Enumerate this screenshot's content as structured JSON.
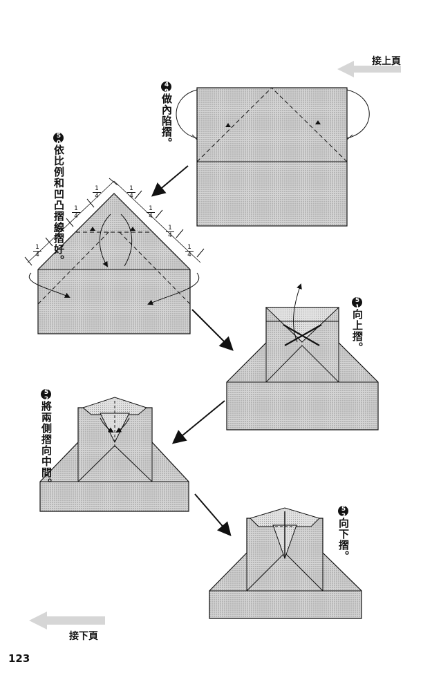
{
  "page": {
    "number": "123"
  },
  "nav": {
    "prev_label": "接上頁",
    "next_label": "接下頁"
  },
  "steps": [
    {
      "number": "49",
      "instruction": "做內陷摺。"
    },
    {
      "number": "50",
      "instruction_line1": "依比例和凹凸",
      "instruction_line2": "摺線摺好。"
    },
    {
      "number": "51",
      "instruction": "向上摺。"
    },
    {
      "number": "52",
      "instruction_line1": "將兩側摺向",
      "instruction_line2": "中間。"
    },
    {
      "number": "53",
      "instruction": "向下摺。"
    }
  ],
  "fraction": {
    "num": "1",
    "den": "4"
  },
  "colors": {
    "paper_fill": "#c8c8c8",
    "hatch": "#9a9a9a",
    "arrow_gray": "#cfcfcf",
    "ink": "#111111"
  }
}
